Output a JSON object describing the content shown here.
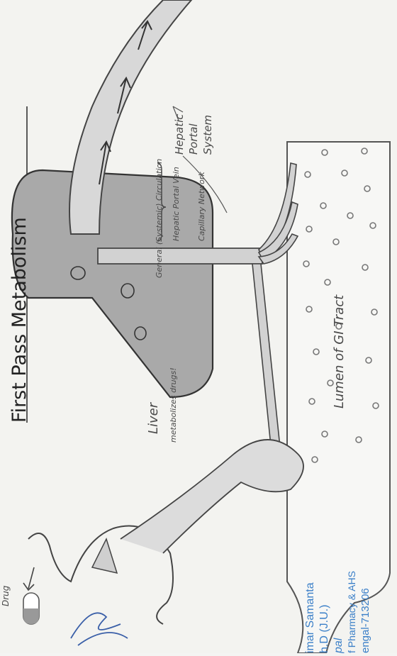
{
  "title": "First Pass Metabolism",
  "labels": {
    "drug": "Drug",
    "liver": "Liver",
    "liver_note": "metabolizes drugs!",
    "general_circulation": "General (Systemic) Circulation",
    "hepatic_portal_vein": "Hepatic Portal Vein",
    "capillary_network": "Capillary Network",
    "hepatic_portal_system": [
      "Hepatic",
      "Portal",
      "System"
    ],
    "lumen": "Lumen of GI Tract"
  },
  "stamp": {
    "lines": [
      "imar Samanta",
      "h.D (J.U.)",
      "pal",
      "f Pharmacy & AHS",
      "engal-713206"
    ],
    "color": "#3a7fc8"
  }
}
